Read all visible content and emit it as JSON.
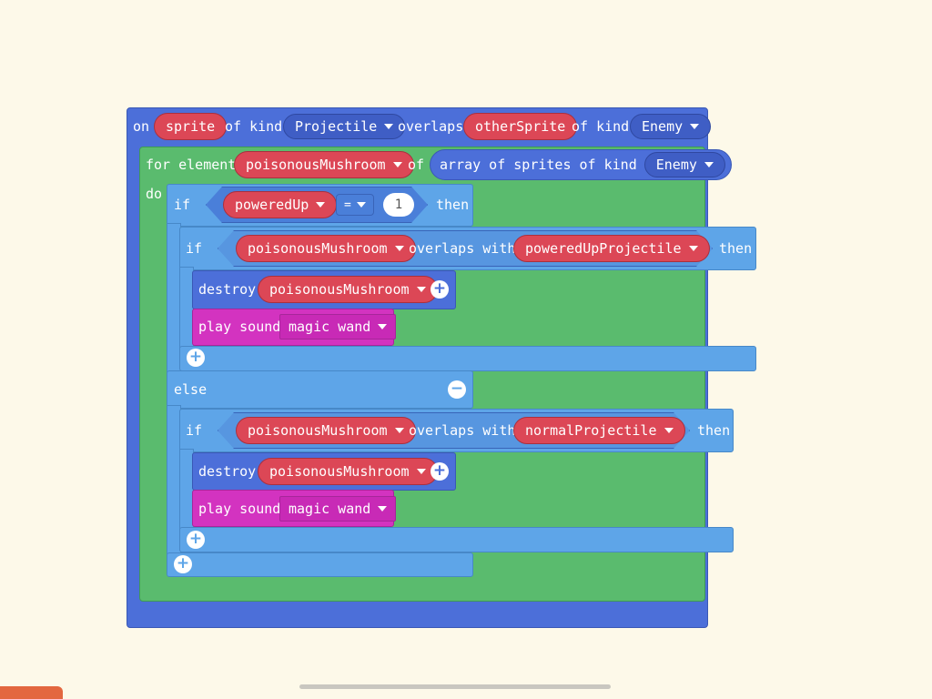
{
  "colors": {
    "background": "#fdf9e9",
    "sprites_category": "#4c6fd9",
    "loops_category": "#5abb6e",
    "logic_category": "#5ea5e8",
    "music_category": "#d333c0",
    "variable_reporter": "#dc4756"
  },
  "event_block": {
    "on": "on",
    "sprite_var": "sprite",
    "of_kind_1": "of kind",
    "kind_1": "Projectile",
    "overlaps": "overlaps",
    "other_var": "otherSprite",
    "of_kind_2": "of kind",
    "kind_2": "Enemy"
  },
  "for_block": {
    "for_element": "for element",
    "element_var": "poisonousMushroom",
    "of": "of",
    "array_label": "array of sprites of kind",
    "kind": "Enemy",
    "do": "do"
  },
  "outer_if": {
    "if": "if",
    "var": "poweredUp",
    "operator": "=",
    "value": "1",
    "then": "then",
    "else": "else"
  },
  "inner_if_1": {
    "if": "if",
    "sprite_var": "poisonousMushroom",
    "overlaps_with": "overlaps with",
    "other_var": "poweredUpProjectile",
    "then": "then",
    "destroy": "destroy",
    "destroy_var": "poisonousMushroom",
    "play_sound": "play sound",
    "sound": "magic wand"
  },
  "inner_if_2": {
    "if": "if",
    "sprite_var": "poisonousMushroom",
    "overlaps_with": "overlaps with",
    "other_var": "normalProjectile",
    "then": "then",
    "destroy": "destroy",
    "destroy_var": "poisonousMushroom",
    "play_sound": "play sound",
    "sound": "magic wand"
  },
  "icons": {
    "add": "plus-circle-icon",
    "remove": "minus-circle-icon",
    "dropdown": "caret-down-icon"
  }
}
